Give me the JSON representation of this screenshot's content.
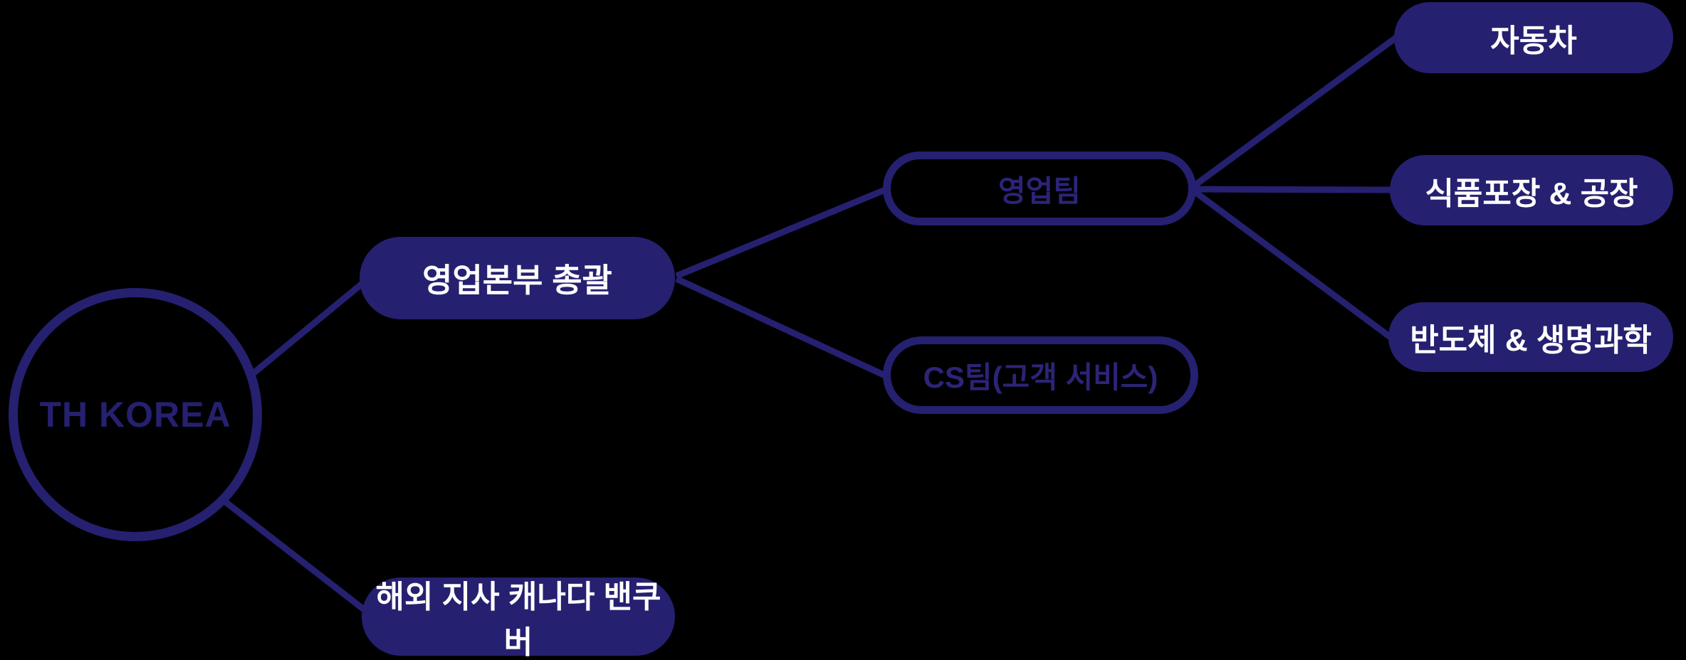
{
  "colors": {
    "background": "#000000",
    "navy": "#262070",
    "node_text": "#ffffff",
    "outline_text": "#2c2478"
  },
  "nodes": {
    "root": {
      "label": "TH KOREA",
      "style": "circle-outlined"
    },
    "sales_hq": {
      "label": "영업본부 총괄",
      "style": "filled"
    },
    "overseas": {
      "label": "해외 지사 캐나다 밴쿠버",
      "style": "filled"
    },
    "sales_team": {
      "label": "영업팀",
      "style": "outlined"
    },
    "cs_team": {
      "label": "CS팀(고객 서비스)",
      "style": "outlined"
    },
    "automotive": {
      "label": "자동차",
      "style": "filled"
    },
    "food_packaging": {
      "label": "식품포장 & 공장",
      "style": "filled"
    },
    "semiconductor": {
      "label": "반도체 & 생명과학",
      "style": "filled"
    }
  },
  "edges": [
    {
      "from": "root",
      "to": "sales_hq"
    },
    {
      "from": "root",
      "to": "overseas"
    },
    {
      "from": "sales_hq",
      "to": "sales_team"
    },
    {
      "from": "sales_hq",
      "to": "cs_team"
    },
    {
      "from": "sales_team",
      "to": "automotive"
    },
    {
      "from": "sales_team",
      "to": "food_packaging"
    },
    {
      "from": "sales_team",
      "to": "semiconductor"
    }
  ]
}
